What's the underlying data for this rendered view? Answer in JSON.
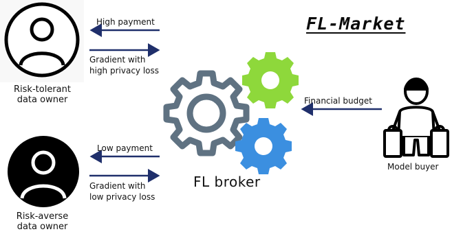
{
  "title": "FL-Market",
  "broker": {
    "label": "FL broker"
  },
  "buyer": {
    "label": "Model buyer",
    "arrow_label": "Financial budget"
  },
  "owners": [
    {
      "label_line1": "Risk-tolerant",
      "label_line2": "data owner",
      "payment_label": "High payment",
      "gradient_line1": "Gradient with",
      "gradient_line2": "high privacy loss"
    },
    {
      "label_line1": "Risk-averse",
      "label_line2": "data owner",
      "payment_label": "Low payment",
      "gradient_line1": "Gradient with",
      "gradient_line2": "low privacy loss"
    }
  ],
  "colors": {
    "arrow": "#1f2f6b",
    "gear_main": "#5f7282",
    "gear_green": "#8ed83b",
    "gear_blue": "#3b8fe0",
    "owner_black": "#000000"
  }
}
